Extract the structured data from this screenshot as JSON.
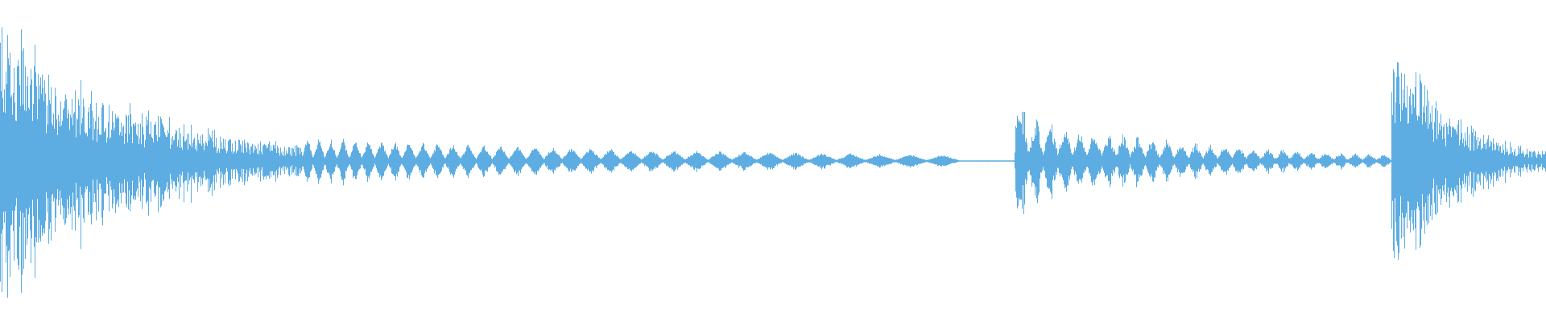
{
  "waveform": {
    "color": "#5DADE2",
    "background": "#ffffff",
    "segments": [
      {
        "start": 0.0,
        "end": 0.195,
        "peak": 0.98,
        "decay": 2.2,
        "character": "noisy-transient"
      },
      {
        "start": 0.195,
        "end": 0.62,
        "peak": 0.16,
        "decay": 1.4,
        "character": "diamond-pulses"
      },
      {
        "start": 0.656,
        "end": 0.9,
        "peak": 0.55,
        "decay": 2.0,
        "character": "pulse-train"
      },
      {
        "start": 0.9,
        "end": 1.0,
        "peak": 0.9,
        "decay": 2.6,
        "character": "noisy-transient"
      }
    ]
  }
}
